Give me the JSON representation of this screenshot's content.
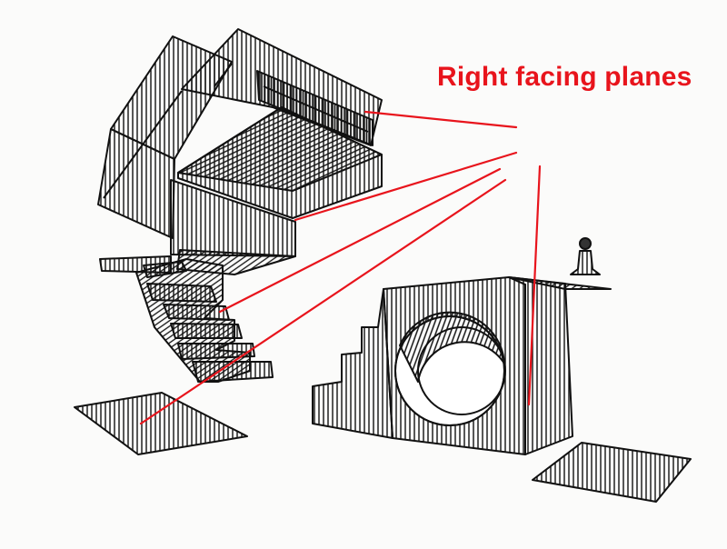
{
  "annotation": {
    "label": "Right facing planes",
    "color": "#e8141c"
  },
  "ink_color": "#111111",
  "objects": [
    "floating-stacked-boxes",
    "staircase",
    "box-with-round-tunnel",
    "chess-pawn",
    "floor-plane-left",
    "floor-plane-right"
  ]
}
